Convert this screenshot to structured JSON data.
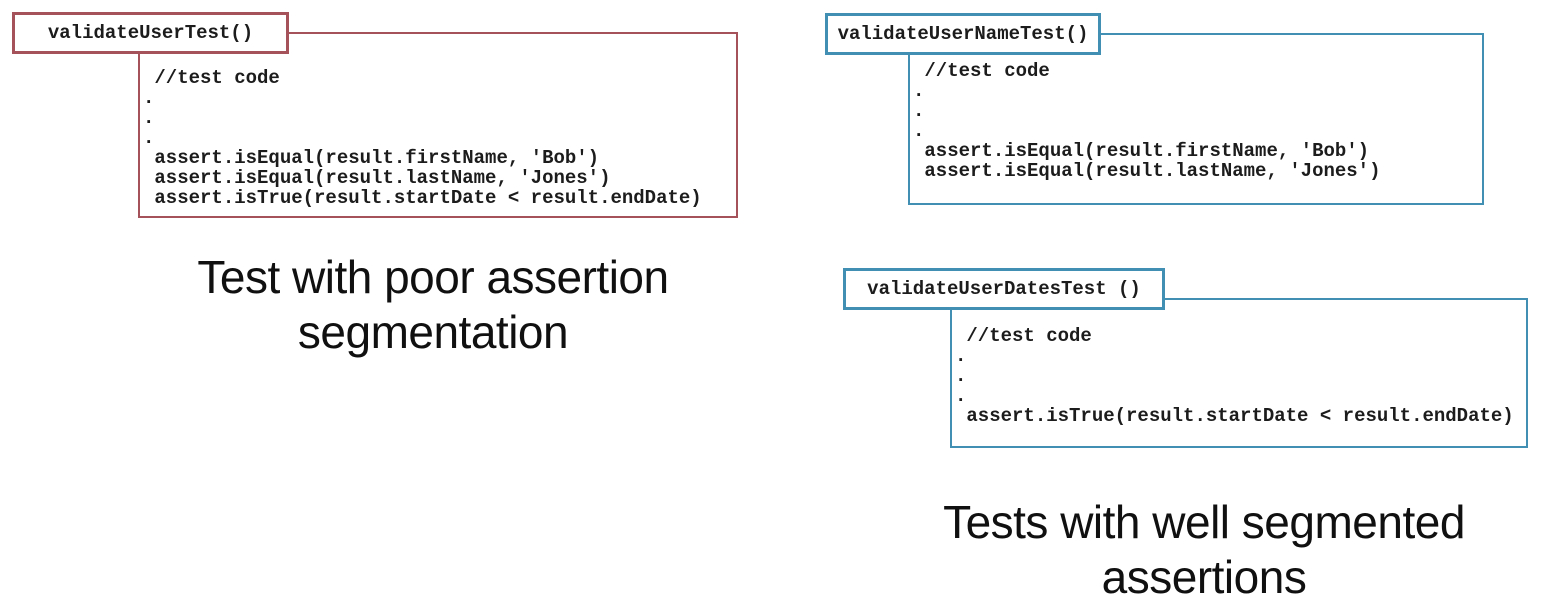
{
  "colors": {
    "poor_accent": "#a5525b",
    "good_accent": "#418fb3",
    "code_text": "#1c1c1c",
    "caption_text": "#101010",
    "background": "#ffffff"
  },
  "poor_test": {
    "name": "validateUserTest()",
    "code_lines": [
      " //test code",
      ".",
      ".",
      ".",
      " assert.isEqual(result.firstName, 'Bob')",
      " assert.isEqual(result.lastName, 'Jones')",
      " assert.isTrue(result.startDate < result.endDate)"
    ],
    "caption_lines": [
      "Test with poor assertion",
      "segmentation"
    ]
  },
  "good_tests": {
    "name_test": {
      "name": "validateUserNameTest()",
      "code_lines": [
        " //test code",
        ".",
        ".",
        ".",
        " assert.isEqual(result.firstName, 'Bob')",
        " assert.isEqual(result.lastName, 'Jones')"
      ]
    },
    "dates_test": {
      "name": "validateUserDatesTest ()",
      "code_lines": [
        " //test code",
        ".",
        ".",
        ".",
        " assert.isTrue(result.startDate < result.endDate)"
      ]
    },
    "caption_lines": [
      "Tests with well segmented",
      "assertions"
    ]
  }
}
